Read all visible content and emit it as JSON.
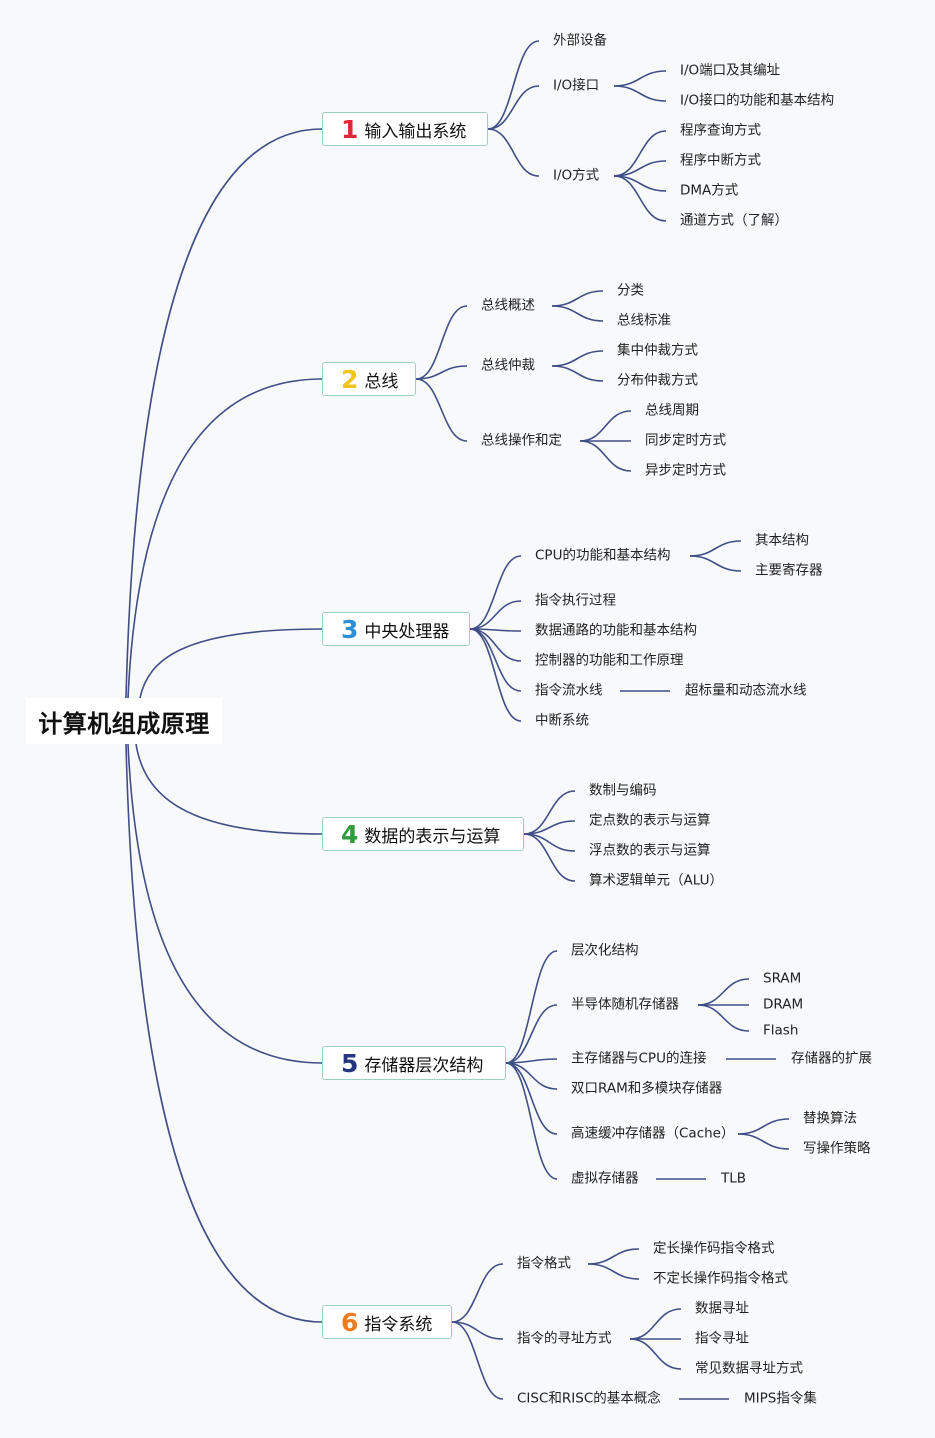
{
  "root": {
    "label": "计算机组成原理"
  },
  "colors": {
    "line": "#3f4f86",
    "box_border": "#9fcfbf"
  },
  "branches": [
    {
      "number": "1",
      "number_color": "#d92b3a",
      "label": "输入输出系统",
      "children": [
        {
          "label": "外部设备",
          "children": []
        },
        {
          "label": "I/O接口",
          "children": [
            {
              "label": "I/O端口及其编址"
            },
            {
              "label": "I/O接口的功能和基本结构"
            }
          ]
        },
        {
          "label": "I/O方式",
          "children": [
            {
              "label": "程序查询方式"
            },
            {
              "label": "程序中断方式"
            },
            {
              "label": "DMA方式"
            },
            {
              "label": "通道方式（了解）"
            }
          ]
        }
      ]
    },
    {
      "number": "2",
      "number_color": "#f0c419",
      "label": "总线",
      "children": [
        {
          "label": "总线概述",
          "children": [
            {
              "label": "分类"
            },
            {
              "label": "总线标准"
            }
          ]
        },
        {
          "label": "总线仲裁",
          "children": [
            {
              "label": "集中仲裁方式"
            },
            {
              "label": "分布仲裁方式"
            }
          ]
        },
        {
          "label": "总线操作和定",
          "children": [
            {
              "label": "总线周期"
            },
            {
              "label": "同步定时方式"
            },
            {
              "label": "异步定时方式"
            }
          ]
        }
      ]
    },
    {
      "number": "3",
      "number_color": "#2a8fd6",
      "label": "中央处理器",
      "children": [
        {
          "label": "CPU的功能和基本结构",
          "children": [
            {
              "label": "其本结构"
            },
            {
              "label": "主要寄存器"
            }
          ]
        },
        {
          "label": "指令执行过程",
          "children": []
        },
        {
          "label": "数据通路的功能和基本结构",
          "children": []
        },
        {
          "label": "控制器的功能和工作原理",
          "children": []
        },
        {
          "label": "指令流水线",
          "children": [
            {
              "label": "超标量和动态流水线"
            }
          ]
        },
        {
          "label": "中断系统",
          "children": []
        }
      ]
    },
    {
      "number": "4",
      "number_color": "#2e9d3c",
      "label": "数据的表示与运算",
      "children": [
        {
          "label": "数制与编码",
          "children": []
        },
        {
          "label": "定点数的表示与运算",
          "children": []
        },
        {
          "label": "浮点数的表示与运算",
          "children": []
        },
        {
          "label": "算术逻辑单元（ALU）",
          "children": []
        }
      ]
    },
    {
      "number": "5",
      "number_color": "#23367f",
      "label": "存储器层次结构",
      "children": [
        {
          "label": "层次化结构",
          "children": []
        },
        {
          "label": "半导体随机存储器",
          "children": [
            {
              "label": "SRAM"
            },
            {
              "label": "DRAM"
            },
            {
              "label": "Flash"
            }
          ]
        },
        {
          "label": "主存储器与CPU的连接",
          "children": [
            {
              "label": "存储器的扩展"
            }
          ]
        },
        {
          "label": "双口RAM和多模块存储器",
          "children": []
        },
        {
          "label": "高速缓冲存储器（Cache）",
          "children": [
            {
              "label": "替换算法"
            },
            {
              "label": "写操作策略"
            }
          ]
        },
        {
          "label": "虚拟存储器",
          "children": [
            {
              "label": "TLB"
            }
          ]
        }
      ]
    },
    {
      "number": "6",
      "number_color": "#f07a1c",
      "label": "指令系统",
      "children": [
        {
          "label": "指令格式",
          "children": [
            {
              "label": "定长操作码指令格式"
            },
            {
              "label": "不定长操作码指令格式"
            }
          ]
        },
        {
          "label": "指令的寻址方式",
          "children": [
            {
              "label": "数据寻址"
            },
            {
              "label": "指令寻址"
            },
            {
              "label": "常见数据寻址方式"
            }
          ]
        },
        {
          "label": "CISC和RISC的基本概念",
          "children": [
            {
              "label": "MIPS指令集"
            }
          ]
        }
      ]
    }
  ]
}
